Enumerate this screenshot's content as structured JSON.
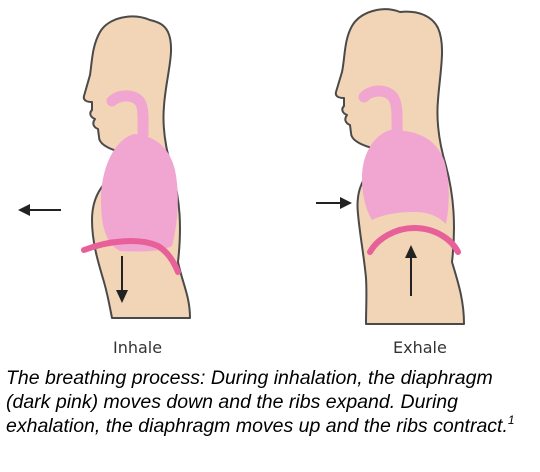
{
  "labels": {
    "inhale": "Inhale",
    "exhale": "Exhale"
  },
  "caption": {
    "text": "The breathing process: During inhalation, the diaphragm (dark pink) moves down and the ribs expand. During exhalation, the diaphragm moves up and the ribs contract.",
    "footnote": "1"
  },
  "colors": {
    "skin": "#f2d4b6",
    "body_outline": "#4a4a4a",
    "lungs": "#f0a6d0",
    "diaphragm": "#e8609a",
    "arrow": "#222222",
    "label_text": "#333333"
  }
}
